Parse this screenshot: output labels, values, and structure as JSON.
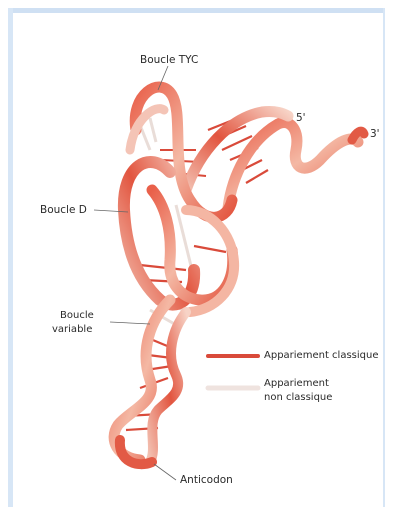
{
  "labels": {
    "loop_tyc": "Boucle TYC",
    "loop_d": "Boucle D",
    "variable_loop_line1": "Boucle",
    "variable_loop_line2": "variable",
    "anticodon": "Anticodon",
    "five_prime": "5'",
    "three_prime": "3'"
  },
  "legend": {
    "classic": "Appariement classique",
    "nonclassic_line1": "Appariement",
    "nonclassic_line2": "non classique"
  },
  "colors": {
    "ribbon_red": "#e25a45",
    "ribbon_pink": "#f6c3b4",
    "classic_pair": "#d94a3a",
    "nonclassic_pair": "#efe3df",
    "frame": "#d7e6f6"
  }
}
